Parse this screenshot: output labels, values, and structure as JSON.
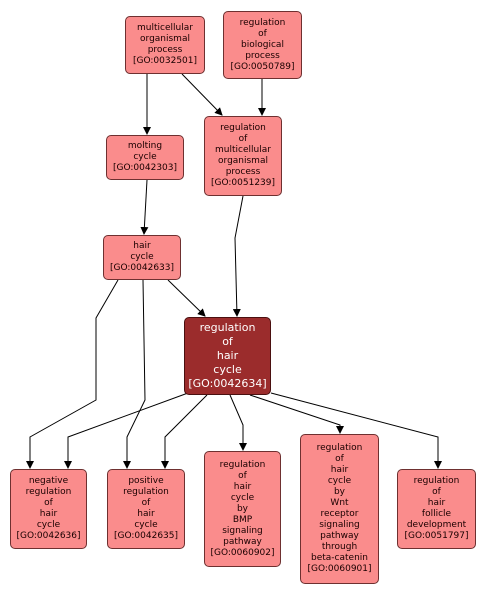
{
  "nodes": {
    "multicellular": {
      "lines": [
        "multicellular",
        "organismal",
        "process",
        "[GO:0032501]"
      ]
    },
    "regbio": {
      "lines": [
        "regulation",
        "of",
        "biological",
        "process",
        "[GO:0050789]"
      ]
    },
    "molting": {
      "lines": [
        "molting",
        "cycle",
        "[GO:0042303]"
      ]
    },
    "regmulti": {
      "lines": [
        "regulation",
        "of",
        "multicellular",
        "organismal",
        "process",
        "[GO:0051239]"
      ]
    },
    "haircycle": {
      "lines": [
        "hair",
        "cycle",
        "[GO:0042633]"
      ]
    },
    "reghaircycle": {
      "lines": [
        "regulation",
        "of",
        "hair",
        "cycle",
        "[GO:0042634]"
      ]
    },
    "negreg": {
      "lines": [
        "negative",
        "regulation",
        "of",
        "hair",
        "cycle",
        "[GO:0042636]"
      ]
    },
    "posreg": {
      "lines": [
        "positive",
        "regulation",
        "of",
        "hair",
        "cycle",
        "[GO:0042635]"
      ]
    },
    "bmp": {
      "lines": [
        "regulation",
        "of",
        "hair",
        "cycle",
        "by",
        "BMP",
        "signaling",
        "pathway",
        "[GO:0060902]"
      ]
    },
    "wnt": {
      "lines": [
        "regulation",
        "of",
        "hair",
        "cycle",
        "by",
        "Wnt",
        "receptor",
        "signaling",
        "pathway",
        "through",
        "beta-catenin",
        "[GO:0060901]"
      ]
    },
    "follicle": {
      "lines": [
        "regulation",
        "of",
        "hair",
        "follicle",
        "development",
        "[GO:0051797]"
      ]
    }
  },
  "colors": {
    "node_fill": "#fa8c8c",
    "focus_fill": "#9b2c2c",
    "edge": "#000000"
  }
}
